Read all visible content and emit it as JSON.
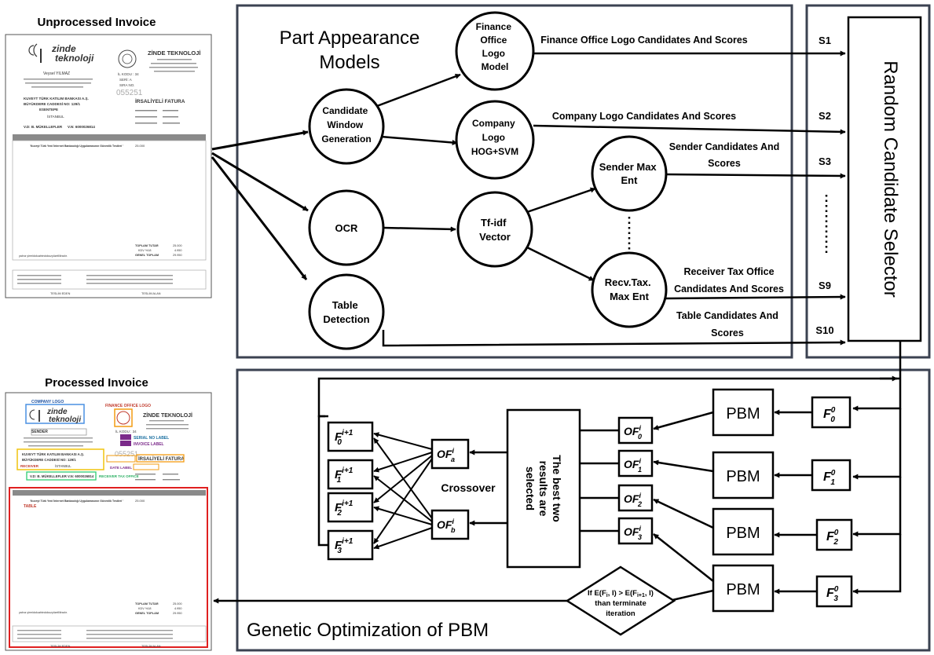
{
  "left": {
    "unprocessed_title": "Unprocessed Invoice",
    "processed_title": "Processed Invoice"
  },
  "invoice": {
    "company_name": "zinde",
    "company_name2": "teknoloji",
    "header_company": "ZİNDE TEKNOLOJİ",
    "seal_code": "İL KODU : 34",
    "seri": "SERİ: A",
    "sira_no": "SIRA NO.",
    "number": "055251",
    "sender_name": "Veysel YILMAZ",
    "receiver_bank": "KUVEYT TÜRK KATILIM BANKASI A.Ş.",
    "receiver_street": "BÜYÜKDERE CADDESİ NO: 129/1",
    "receiver_district": "ESENTEPE",
    "receiver_city": "İSTANBUL",
    "tax_office": "V.D: B. MÜKELLEFLER",
    "tax_no": "V.N: 6000026814",
    "invoice_type": "İRSALİYELİ FATURA",
    "row_text": "'Kuveyt Türk Yeni İnternet Bankacılığı Uygulamasının Güvenlik Testleri '",
    "row_amount": "25.000",
    "total_label": "TOPLAM TUTAR",
    "total_value": "25.000",
    "kdv_label": "KDV %18",
    "kdv_value": "4.950",
    "grand_label": "GENEL TOPLAM",
    "grand_value": "29.950",
    "words": "yalnız yirmidokuzbindokuzyüzelliliradır.",
    "teslim_eden": "TESLİM EDEN",
    "teslim_alan": "TESLİM ALAN"
  },
  "annotations": {
    "company_logo": "COMPANY LOGO",
    "finance_logo": "FINANCE OFFICE LOGO",
    "sender": "SENDER",
    "serial_no": "SERIAL NO LABEL",
    "invoice_label": "INVOICE LABEL",
    "receiver": "RECEIVER",
    "receiver_tax_office": "RECEIVER TAX OFFICE",
    "date_label": "DATE LABEL",
    "table": "TABLE"
  },
  "top": {
    "section_title_1": "Part Appearance",
    "section_title_2": "Models",
    "nodes": {
      "finance_logo_model": [
        "Finance",
        "Office",
        "Logo",
        "Model"
      ],
      "candidate_window": [
        "Candidate",
        "Window",
        "Generation"
      ],
      "company_logo": [
        "Company",
        "Logo",
        "HOG+SVM"
      ],
      "ocr": [
        "OCR"
      ],
      "tfidf": [
        "Tf-idf",
        "Vector"
      ],
      "sender_maxent": [
        "Sender Max",
        "Ent"
      ],
      "recv_tax_maxent": [
        "Recv.Tax.",
        "Max Ent"
      ],
      "table_detection": [
        "Table",
        "Detection"
      ]
    },
    "edge_labels": {
      "finance": "Finance Office Logo Candidates And Scores",
      "company": "Company Logo Candidates And Scores",
      "sender_1": "Sender Candidates And",
      "sender_2": "Scores",
      "receiver_1": "Receiver Tax Office",
      "receiver_2": "Candidates And Scores",
      "table_1": "Table Candidates And",
      "table_2": "Scores"
    },
    "scores": [
      "S1",
      "S2",
      "S3",
      "S9",
      "S10"
    ],
    "selector": "Random Candidate Selector"
  },
  "bottom": {
    "section_title": "Genetic Optimization of PBM",
    "pbm": "PBM",
    "crossover": "Crossover",
    "best_two_1": "The best two",
    "best_two_2": "results are",
    "best_two_3": "selected",
    "diamond_1": "If E(F",
    "diamond_2": "than terminate",
    "diamond_3": "iteration"
  }
}
